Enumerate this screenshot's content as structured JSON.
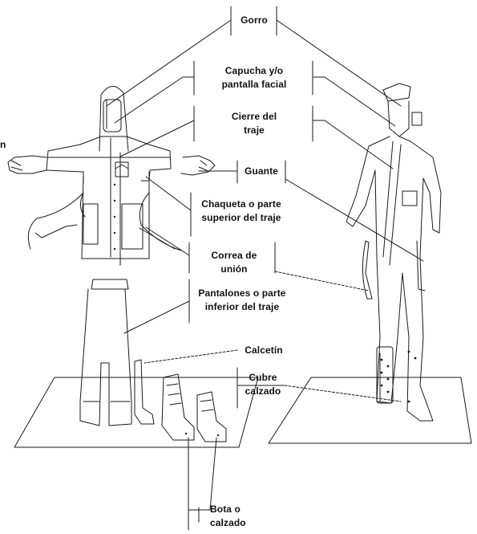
{
  "labels": {
    "gorro": "Gorro",
    "capucha": [
      "Capucha y/o",
      "pantalla facial"
    ],
    "cierre": [
      "Cierre del",
      "traje"
    ],
    "guante": "Guante",
    "chaqueta": [
      "Chaqueta o parte",
      "superior del traje"
    ],
    "correa": [
      "Correa de",
      "unión"
    ],
    "pantalones": [
      "Pantalones o parte",
      "inferior del traje"
    ],
    "calcetin": "Calcetín",
    "cubre": [
      "Cubre",
      "calzado"
    ],
    "bota": [
      "Bota o",
      "calzado"
    ]
  },
  "edge_fragment": "n",
  "colors": {
    "line": "#111111",
    "background": "#ffffff"
  }
}
